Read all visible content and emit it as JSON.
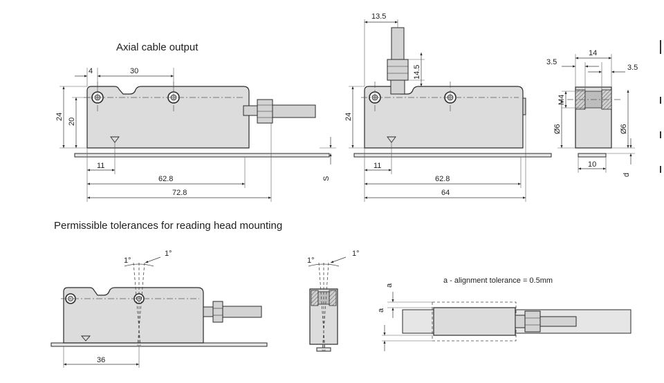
{
  "captions": {
    "axial_title": "Axial cable output",
    "tolerances_title": "Permissible tolerances for reading head mounting",
    "alignment_note": "a - alignment tolerance = 0.5mm"
  },
  "dims": {
    "a1_4": "4",
    "a1_30": "30",
    "a1_24": "24",
    "a1_20": "20",
    "a1_11": "11",
    "a1_628": "62.8",
    "a1_728": "72.8",
    "a1_S": "S",
    "r_135": "13.5",
    "r_145": "14.5",
    "r_24": "24",
    "r_11": "11",
    "r_628": "62.8",
    "r_64": "64",
    "s_14": "14",
    "s_35a": "3.5",
    "s_35b": "3.5",
    "s_M4": "M4",
    "s_d6a": "Ø6",
    "s_d6b": "Ø6",
    "s_10": "10",
    "s_d": "d",
    "t_1a": "1°",
    "t_1b": "1°",
    "t_36": "36",
    "t_1c": "1°",
    "t_1d": "1°",
    "t_a1": "a",
    "t_a2": "a"
  }
}
